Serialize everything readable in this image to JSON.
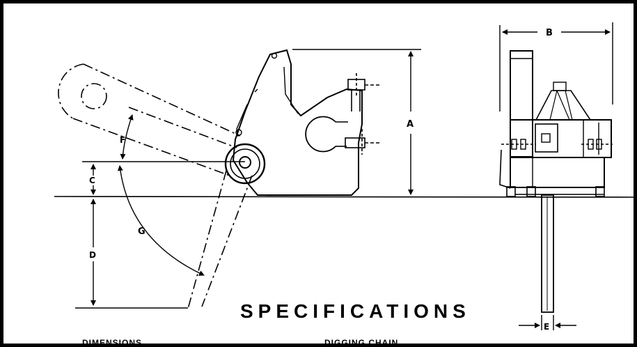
{
  "title": "SPECIFICATIONS",
  "dimension_labels": {
    "a": "A",
    "b": "B",
    "c": "C",
    "d": "D",
    "e": "E",
    "f": "F",
    "g": "G"
  },
  "cut_off_headings": {
    "left": "DIMENSIONS",
    "right": "DIGGING CHAIN"
  }
}
